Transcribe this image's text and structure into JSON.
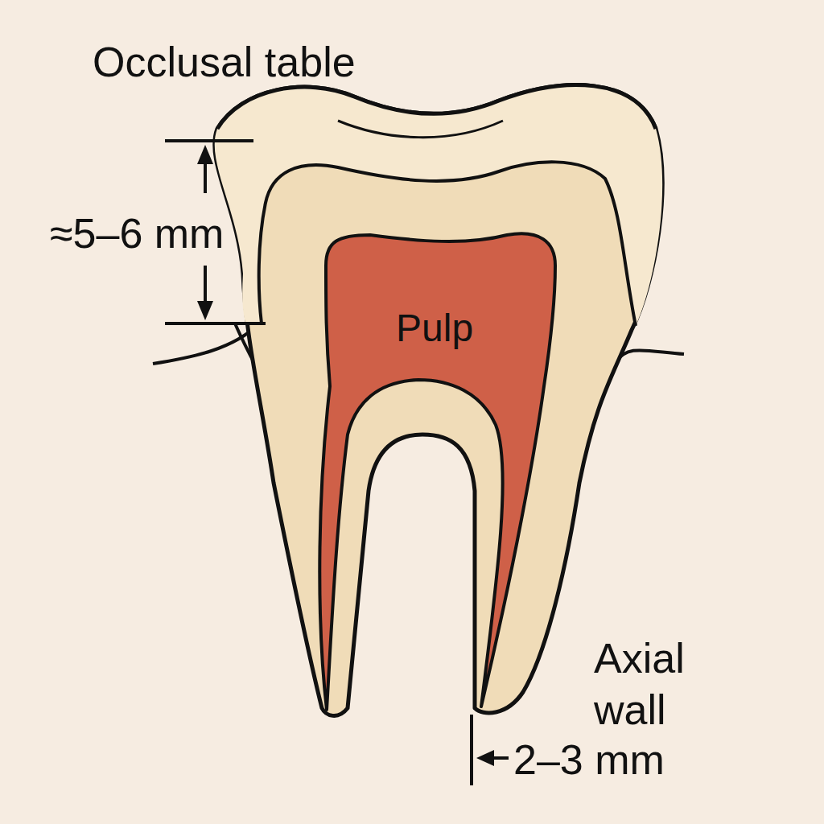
{
  "diagram": {
    "labels": [
      "Occlusal table",
      "≈5–6 mm",
      "Pulp",
      "Axial wall",
      "2–3 mm"
    ]
  }
}
